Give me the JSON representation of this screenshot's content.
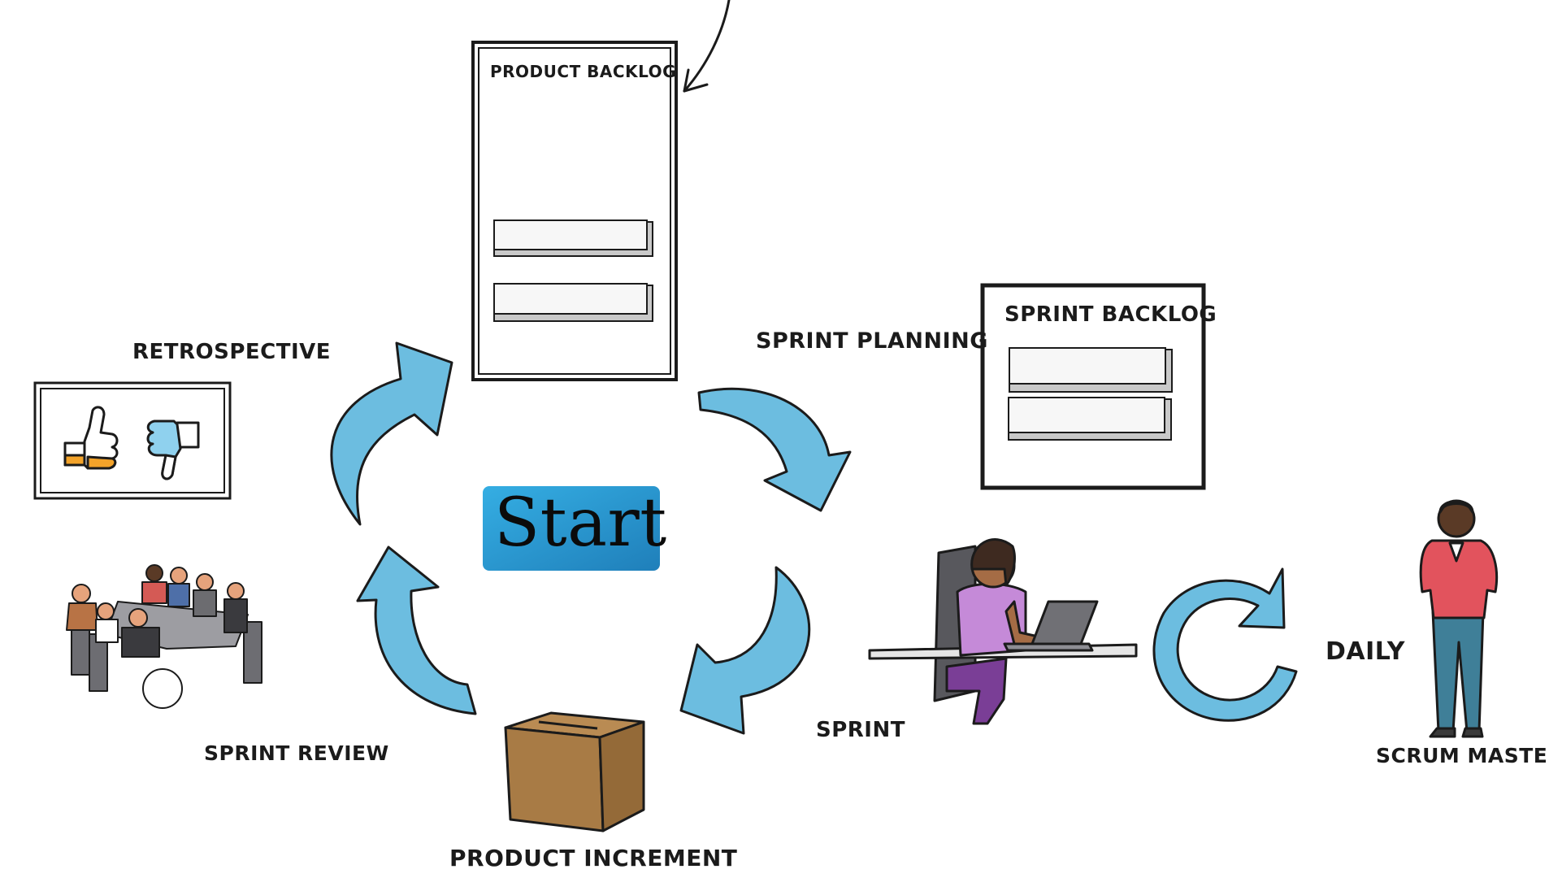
{
  "labels": {
    "product_backlog": "PRODUCT BACKLOG",
    "sprint_planning": "SPRINT PLANNING",
    "sprint_backlog": "SPRINT BACKLOG",
    "retrospective": "RETROSPECTIVE",
    "start": "Start",
    "sprint": "SPRINT",
    "daily": "DAILY",
    "scrum_master": "SCRUM MASTER",
    "sprint_review": "SPRINT REVIEW",
    "product_increment": "PRODUCT INCREMENT"
  },
  "colors": {
    "cycle_arrow": "#6cbde0",
    "outline": "#1b1b1b",
    "start_badge": "#2a93c9",
    "box_fill": "#a87b45",
    "shirt_sprint": "#c58ad8",
    "shirt_scrum_master": "#e2535d",
    "jeans": "#3f7f98"
  },
  "icons": {
    "retrospective": [
      "thumbs-up-icon",
      "thumbs-down-icon"
    ],
    "sprint": "person-at-laptop-icon",
    "daily": "refresh-cycle-icon",
    "scrum_master": "standing-person-icon",
    "sprint_review": "meeting-table-icon",
    "product_increment": "cardboard-box-icon"
  }
}
